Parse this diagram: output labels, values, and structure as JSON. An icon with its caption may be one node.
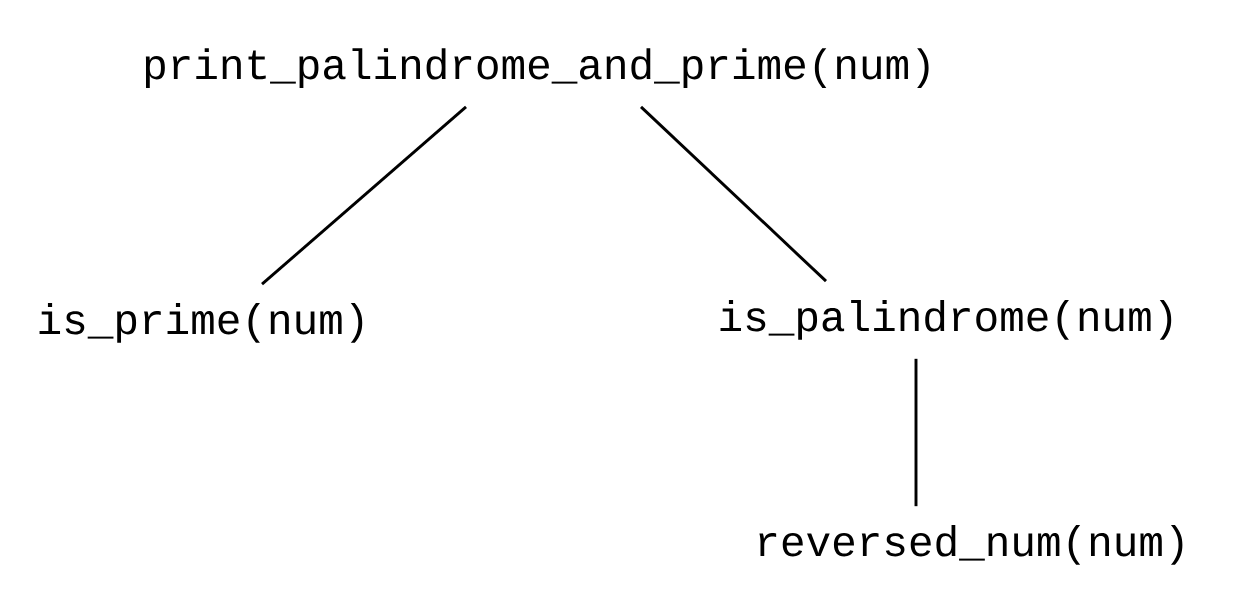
{
  "diagram": {
    "nodes": [
      {
        "text": [
          "print_palindrome_and_prime(num)"
        ]
      },
      {
        "text": [
          "is_prime(num)"
        ]
      },
      {
        "text": [
          "is_palindrome(num)"
        ]
      },
      {
        "text": [
          "reversed_num(num)"
        ]
      }
    ],
    "edges": [
      {
        "from": 0,
        "to": 1,
        "arrow": "none"
      },
      {
        "from": 0,
        "to": 2,
        "arrow": "none"
      },
      {
        "from": 2,
        "to": 3,
        "arrow": "none"
      }
    ]
  }
}
